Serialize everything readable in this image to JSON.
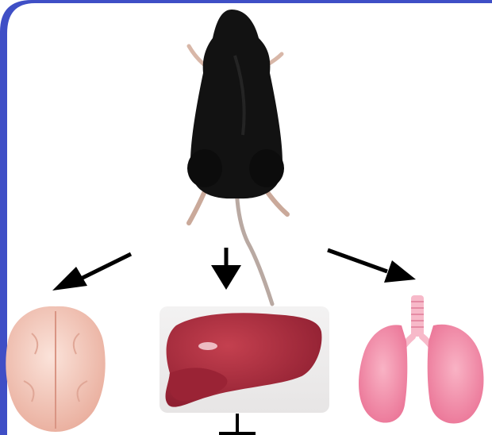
{
  "colors": {
    "frame": "#3f4fc6",
    "background": "#ffffff",
    "arrow": "#000000",
    "mouse": "#121212",
    "mouse_paw": "#d8b7a8",
    "brain": "#f2c7b8",
    "liver": "#a8283b",
    "lung": "#f48ea8",
    "trachea": "#f7b9c9"
  },
  "icons": [
    "mouse-image",
    "brain-image",
    "liver-image",
    "lungs-image"
  ]
}
